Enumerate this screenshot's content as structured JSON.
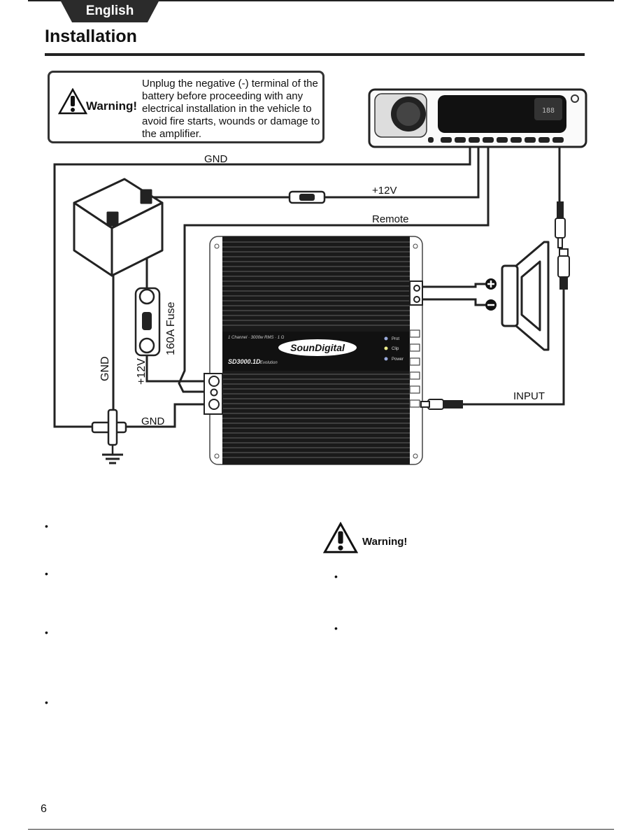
{
  "header": {
    "language_tab": "English",
    "title": "Installation"
  },
  "warning_box": {
    "label": "Warning!",
    "text": "Unplug the negative (-) terminal of the battery before proceeding with any electrical installation in the vehicle to avoid fire starts, wounds or damage to the amplifier."
  },
  "diagram": {
    "gnd_top": "GND",
    "plus12v_top": "+12V",
    "remote": "Remote",
    "fuse": "160A Fuse",
    "plus12v_side": "+12V",
    "gnd_side": "GND",
    "gnd_bottom": "GND",
    "input": "INPUT",
    "amp_brand": "SounDigital",
    "amp_model": "SD3000.1D",
    "amp_series": "Evolution",
    "amp_spec": "1 Channel · 3000w RMS · 1 Ω",
    "amp_leds": [
      "Prot",
      "Clip",
      "Power"
    ],
    "headunit_display": "188"
  },
  "bullets_left": [
    "•",
    "•",
    "•",
    "•"
  ],
  "warning_lower": {
    "label": "Warning!"
  },
  "bullets_right": [
    "•",
    "•"
  ],
  "footer": {
    "page_number": "6"
  }
}
